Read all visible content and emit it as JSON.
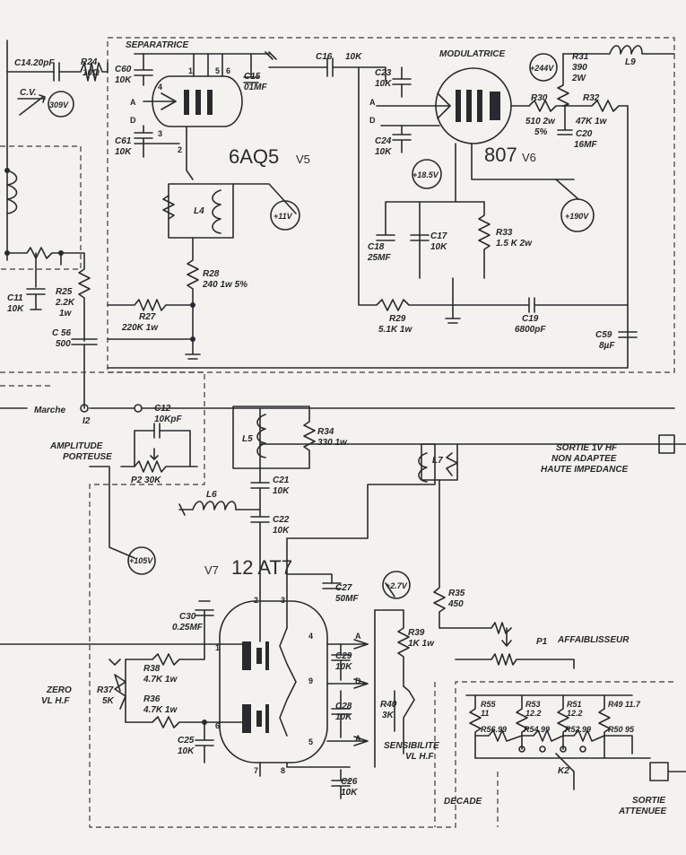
{
  "sections": {
    "separatrice": "SEPARATRICE",
    "modulatrice": "MODULATRICE",
    "amplitude_porteuse": [
      "AMPLITUDE",
      "PORTEUSE"
    ],
    "affaiblisseur": "AFFAIBLISSEUR",
    "decade": "DECADE",
    "zero_vl": [
      "ZERO",
      "VL H.F"
    ],
    "sensibilite": [
      "SENSIBILITE",
      "VL H.F"
    ]
  },
  "tubes": {
    "v5": {
      "type": "6AQ5",
      "ref": "V5"
    },
    "v6": {
      "type": "807",
      "ref": "V6"
    },
    "v7": {
      "ref": "V7",
      "type": "12 AT7"
    }
  },
  "voltages": {
    "v39": "309V",
    "v244": "+244V",
    "v11": "+11V",
    "v18": "+18.5V",
    "v190": "+190V",
    "v105": "+105V",
    "v27": "+2.7V"
  },
  "components": {
    "c14": "C14.20pF",
    "r24": [
      "R24",
      "10Ω"
    ],
    "cv": "C.V.",
    "c60": [
      "C60",
      "10K"
    ],
    "c61": [
      "C61",
      "10K"
    ],
    "c15": [
      "C15",
      "01MF"
    ],
    "c16": "C16",
    "c16v": "10K",
    "c23": [
      "C23",
      "10K"
    ],
    "c24": [
      "C24",
      "10K"
    ],
    "r31": [
      "R31",
      "390",
      "2W"
    ],
    "l9": "L9",
    "r30": [
      "R30",
      "510 2w",
      "5%"
    ],
    "r32": [
      "R32",
      "47K 1w"
    ],
    "c20": [
      "C20",
      "16MF"
    ],
    "l4": "L4",
    "c18": [
      "C18",
      "25MF"
    ],
    "c17": [
      "C17",
      "10K"
    ],
    "r33": [
      "R33",
      "1.5 K 2w"
    ],
    "r28": [
      "R28",
      "240 1w 5%"
    ],
    "r27": [
      "R27",
      "220K 1w"
    ],
    "r29": [
      "R29",
      "5.1K 1w"
    ],
    "c19": [
      "C19",
      "6800pF"
    ],
    "c59": [
      "C59",
      "8µF"
    ],
    "c11": [
      "C11",
      "10K"
    ],
    "r25": [
      "R25",
      "2.2K",
      "1w"
    ],
    "c56": [
      "C 56",
      "500"
    ],
    "marche": "Marche",
    "i2": "I2",
    "c12": [
      "C12",
      "10KpF"
    ],
    "p2": "P2  30K",
    "l5": "L5",
    "r34": [
      "R34",
      "330 1w"
    ],
    "c21": [
      "C21",
      "10K"
    ],
    "l6": "L6",
    "c22": [
      "C22",
      "10K"
    ],
    "l7": "L7",
    "sortie_hf": [
      "SORTIE 1V HF",
      "NON ADAPTEE",
      "HAUTE IMPEDANCE"
    ],
    "c27": [
      "C27",
      "50MF"
    ],
    "c30": [
      "C30",
      "0.25MF"
    ],
    "r35": [
      "R35",
      "450"
    ],
    "p1": "P1",
    "r39": [
      "R39",
      "1K 1w"
    ],
    "r38": [
      "R38",
      "4.7K 1w"
    ],
    "r37": [
      "R37",
      "5K"
    ],
    "r36": [
      "R36",
      "4.7K 1w"
    ],
    "c29": [
      "C29",
      "10K"
    ],
    "c28": [
      "C28",
      "10K"
    ],
    "r40": [
      "R40",
      "3K"
    ],
    "c25": [
      "C25",
      "10K"
    ],
    "c26": [
      "C26",
      "10K"
    ],
    "r55": [
      "R55",
      "11"
    ],
    "r53": [
      "R53",
      "12.2"
    ],
    "r51": [
      "R51",
      "12.2"
    ],
    "r49": "R49  11.7",
    "r56": "R56.99",
    "r54": "R54.99",
    "r52": "R52.99",
    "r50": "R50  95",
    "k2": "K2",
    "sortie_att": [
      "SORTIE",
      "ATTENUEE"
    ]
  },
  "pins": {
    "a": "A",
    "d": "D",
    "p1": "1",
    "p2": "2",
    "p3": "3",
    "p4": "4",
    "p5": "5",
    "p6": "6",
    "p7": "7",
    "p8": "8",
    "p9": "9"
  }
}
